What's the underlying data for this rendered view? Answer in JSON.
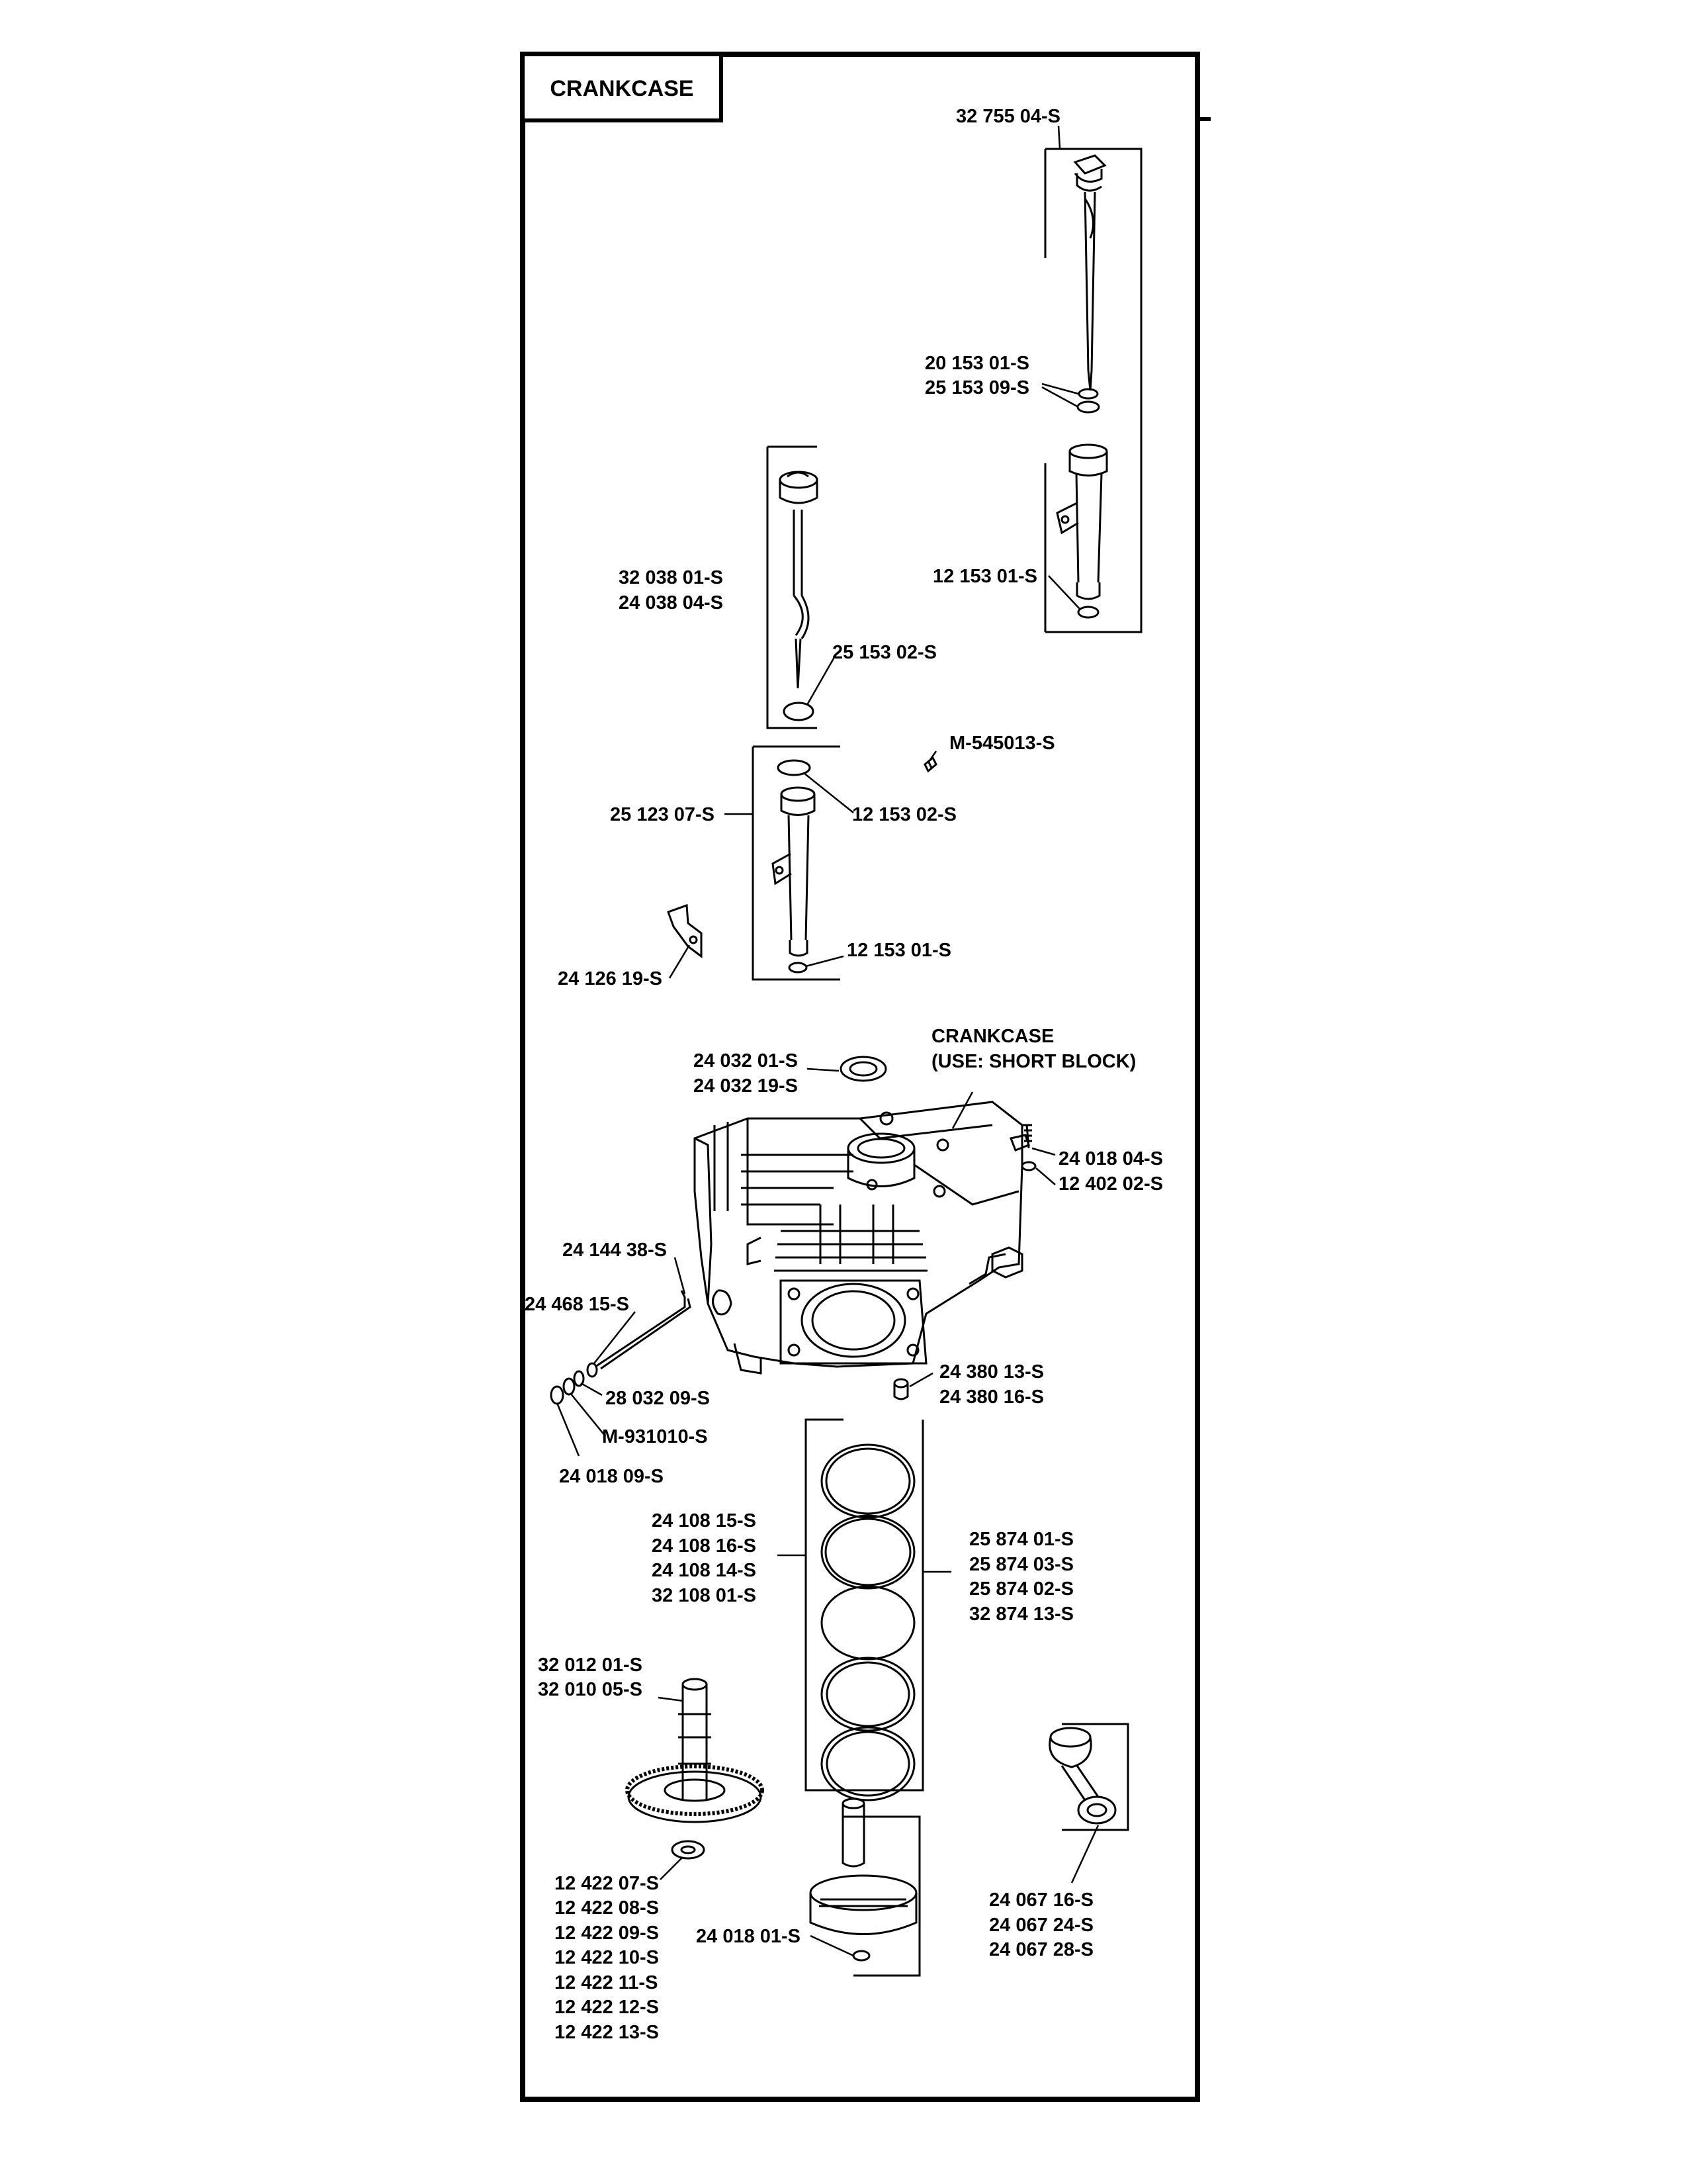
{
  "title": "CRANKCASE",
  "labels": {
    "dipstick_top": "32 755 04-S",
    "oring_a1": "20 153 01-S",
    "oring_a2": "25 153 09-S",
    "tube_a_bottom": "12 153 01-S",
    "cap_b1": "32 038 01-S",
    "cap_b2": "24 038 04-S",
    "oring_b": "25 153 02-S",
    "screw": "M-545013-S",
    "tube_b": "25 123 07-S",
    "tube_b_top_oring": "12 153 02-S",
    "tube_b_bottom": "12 153 01-S",
    "bracket": "24 126 19-S",
    "seal_1": "24 032 01-S",
    "seal_2": "24 032 19-S",
    "crankcase_1": "CRANKCASE",
    "crankcase_2": "(USE: SHORT BLOCK)",
    "breather_1": "24 018 04-S",
    "breather_2": "12 402 02-S",
    "rod": "24 144 38-S",
    "rod_seal": "24 468 15-S",
    "washer": "28 032 09-S",
    "clip": "M-931010-S",
    "retainer": "24 018 09-S",
    "dowel_1": "24 380 13-S",
    "dowel_2": "24 380 16-S",
    "rings_left": [
      "24 108 15-S",
      "24 108 16-S",
      "24 108 14-S",
      "32 108 01-S"
    ],
    "rings_right": [
      "25 874 01-S",
      "25 874 03-S",
      "25 874 02-S",
      "32 874 13-S"
    ],
    "cam_1": "32 012 01-S",
    "cam_2": "32 010 05-S",
    "shims": [
      "12 422 07-S",
      "12 422 08-S",
      "12 422 09-S",
      "12 422 10-S",
      "12 422 11-S",
      "12 422 12-S",
      "12 422 13-S"
    ],
    "pin_clip": "24 018 01-S",
    "conn_rods": [
      "24 067 16-S",
      "24 067 24-S",
      "24 067 28-S"
    ]
  }
}
